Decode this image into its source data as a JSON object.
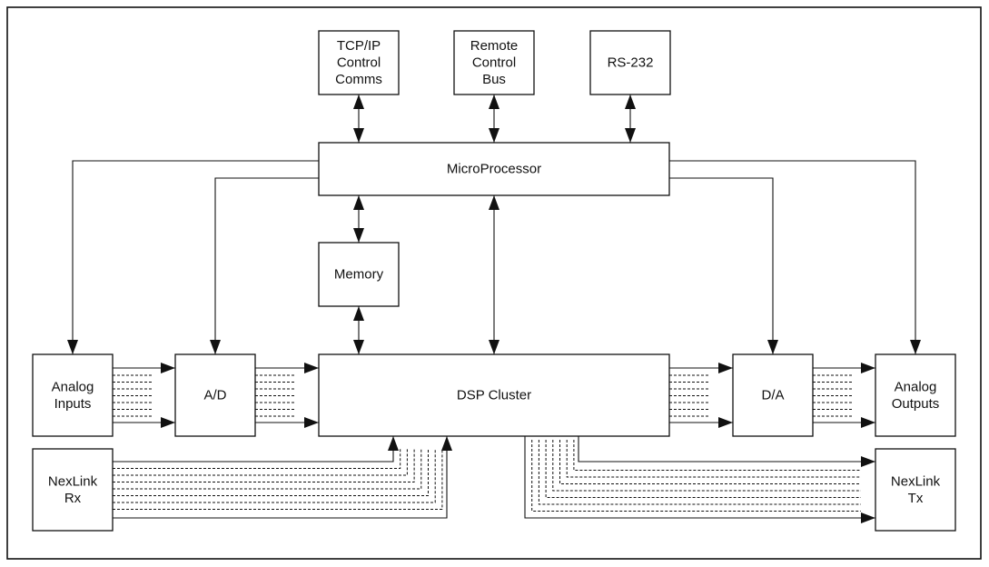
{
  "blocks": {
    "tcpip": [
      "TCP/IP",
      "Control",
      "Comms"
    ],
    "remote": [
      "Remote",
      "Control",
      "Bus"
    ],
    "rs232": [
      "RS-232"
    ],
    "micro": [
      "MicroProcessor"
    ],
    "memory": [
      "Memory"
    ],
    "analog_in": [
      "Analog",
      "Inputs"
    ],
    "ad": [
      "A/D"
    ],
    "dsp": [
      "DSP Cluster"
    ],
    "da": [
      "D/A"
    ],
    "analog_out": [
      "Analog",
      "Outputs"
    ],
    "nexlink_rx": [
      "NexLink",
      "Rx"
    ],
    "nexlink_tx": [
      "NexLink",
      "Tx"
    ]
  }
}
